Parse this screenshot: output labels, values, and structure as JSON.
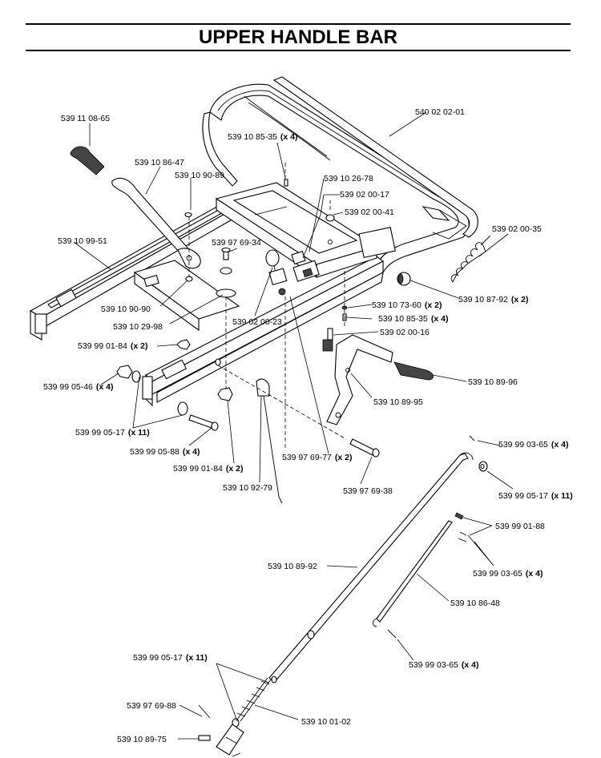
{
  "title": "UPPER HANDLE BAR",
  "callouts": [
    {
      "id": "c1",
      "part": "539 11 08-65",
      "qty": ""
    },
    {
      "id": "c2",
      "part": "539 10 86-47",
      "qty": ""
    },
    {
      "id": "c3",
      "part": "539 10 90-89",
      "qty": ""
    },
    {
      "id": "c4",
      "part": "539 10 85-35",
      "qty": "(x 4)"
    },
    {
      "id": "c5",
      "part": "540 02 02-01",
      "qty": ""
    },
    {
      "id": "c6",
      "part": "539 10 26-78",
      "qty": ""
    },
    {
      "id": "c7",
      "part": "539 02 00-17",
      "qty": ""
    },
    {
      "id": "c8",
      "part": "539 02 00-41",
      "qty": ""
    },
    {
      "id": "c9",
      "part": "539 02 00-35",
      "qty": ""
    },
    {
      "id": "c10",
      "part": "539 10 99-51",
      "qty": ""
    },
    {
      "id": "c11",
      "part": "539 97 69-34",
      "qty": ""
    },
    {
      "id": "c12",
      "part": "539 10 87-92",
      "qty": "(x 2)"
    },
    {
      "id": "c13",
      "part": "539 10 90-90",
      "qty": ""
    },
    {
      "id": "c14",
      "part": "539 10 73-60",
      "qty": "(x 2)"
    },
    {
      "id": "c15",
      "part": "539 10 29-98",
      "qty": ""
    },
    {
      "id": "c16",
      "part": "539 02 00-23",
      "qty": ""
    },
    {
      "id": "c17",
      "part": "539 10 85-35",
      "qty": "(x 4)"
    },
    {
      "id": "c18",
      "part": "539 02 00-16",
      "qty": ""
    },
    {
      "id": "c19",
      "part": "539 99 01-84",
      "qty": "(x 2)"
    },
    {
      "id": "c20",
      "part": "539 99 05-46",
      "qty": "(x 4)"
    },
    {
      "id": "c21",
      "part": "539 10 89-96",
      "qty": ""
    },
    {
      "id": "c22",
      "part": "539 10 89-95",
      "qty": ""
    },
    {
      "id": "c23",
      "part": "539 99 05-17",
      "qty": "(x 11)"
    },
    {
      "id": "c24",
      "part": "539 99 05-88",
      "qty": "(x 4)"
    },
    {
      "id": "c25",
      "part": "539 99 03-65",
      "qty": "(x 4)"
    },
    {
      "id": "c26",
      "part": "539 99 01-84",
      "qty": "(x 2)"
    },
    {
      "id": "c27",
      "part": "539 97 69-77",
      "qty": "(x 2)"
    },
    {
      "id": "c28",
      "part": "539 10 92-79",
      "qty": ""
    },
    {
      "id": "c29",
      "part": "539 97 69-38",
      "qty": ""
    },
    {
      "id": "c30",
      "part": "539 99 05-17",
      "qty": "(x 11)"
    },
    {
      "id": "c31",
      "part": "539 99 01-88",
      "qty": ""
    },
    {
      "id": "c32",
      "part": "539 10 89-92",
      "qty": ""
    },
    {
      "id": "c33",
      "part": "539 99 03-65",
      "qty": "(x 4)"
    },
    {
      "id": "c34",
      "part": "539 10 86-48",
      "qty": ""
    },
    {
      "id": "c35",
      "part": "539 99 03-65",
      "qty": "(x 4)"
    },
    {
      "id": "c36",
      "part": "539 99 05-17",
      "qty": "(x 11)"
    },
    {
      "id": "c37",
      "part": "539 97 69-88",
      "qty": ""
    },
    {
      "id": "c38",
      "part": "539 10 01-02",
      "qty": ""
    },
    {
      "id": "c39",
      "part": "539 10 89-75",
      "qty": ""
    }
  ]
}
